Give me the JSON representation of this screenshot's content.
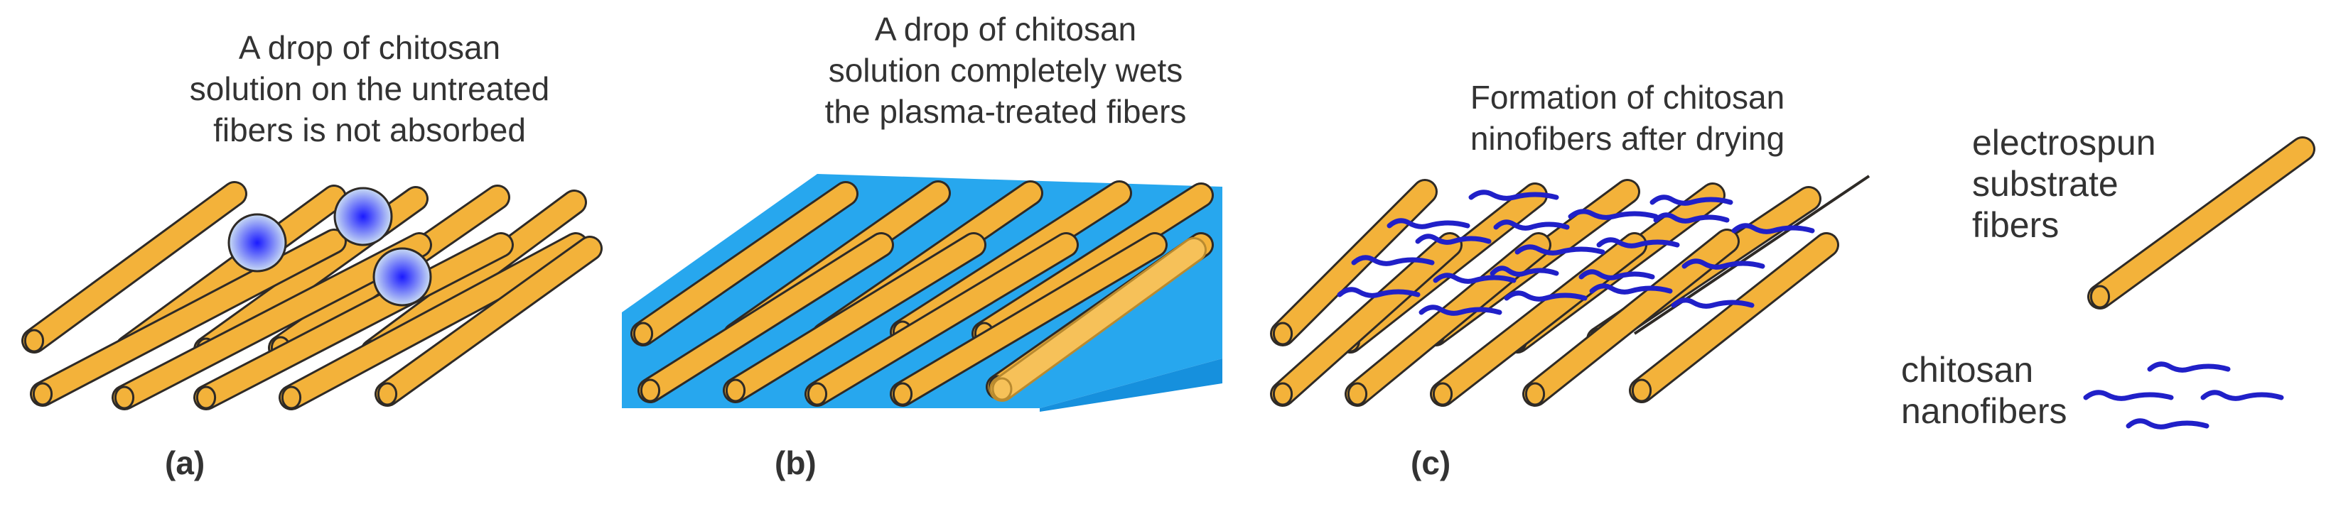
{
  "colors": {
    "fiber_fill": "#f3b23a",
    "fiber_stroke": "#2e2a26",
    "drop_center": "#1a1aff",
    "drop_edge": "#c9dcf3",
    "wet_film_top": "#27a7ee",
    "wet_film_side": "#1690dd",
    "nanofiber": "#2020c8",
    "text": "#333333"
  },
  "panels": [
    {
      "label": "(a)",
      "caption": [
        "A drop of chitosan",
        "solution on the untreated",
        "fibers is not absorbed"
      ]
    },
    {
      "label": "(b)",
      "caption": [
        "A drop of chitosan",
        "solution completely wets",
        "the plasma-treated fibers"
      ]
    },
    {
      "label": "(c)",
      "caption": [
        "Formation of chitosan",
        "ninofibers after drying"
      ]
    }
  ],
  "legend": {
    "substrate": [
      "electrospun",
      "substrate",
      "fibers"
    ],
    "nanofibers": [
      "chitosan",
      "nanofibers"
    ]
  }
}
